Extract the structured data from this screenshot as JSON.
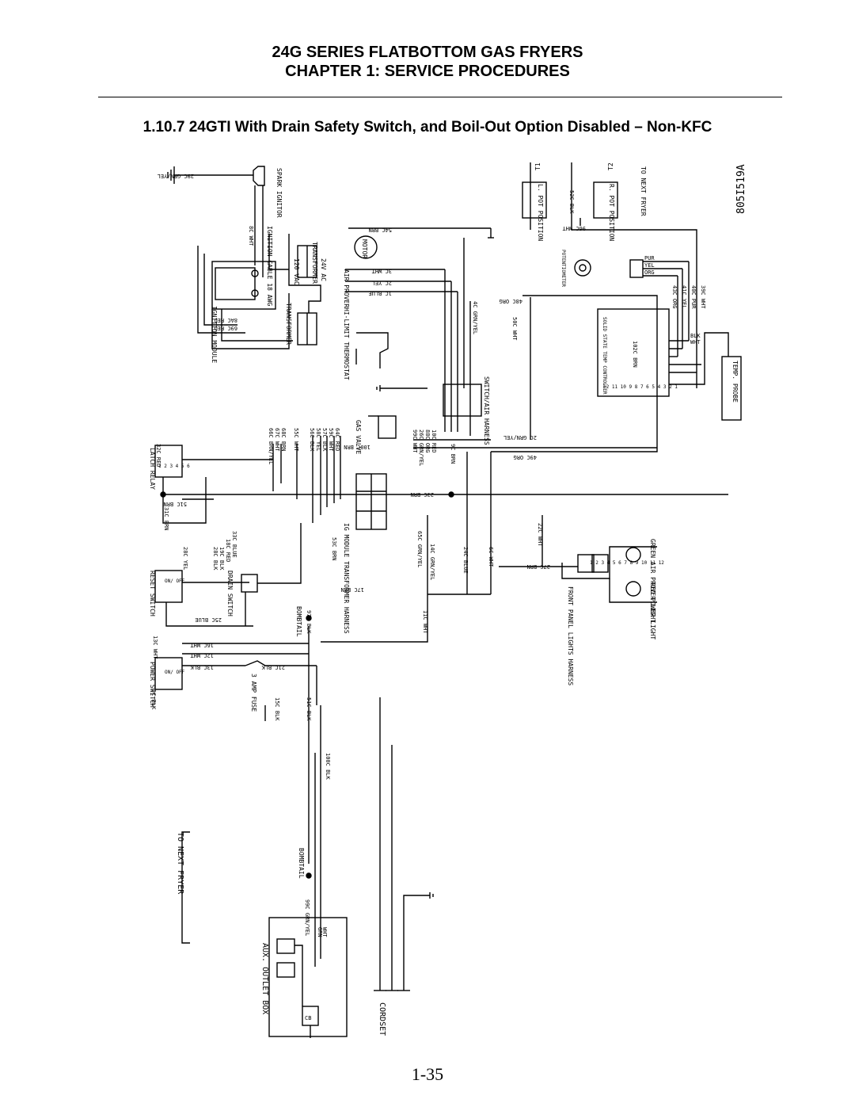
{
  "header": {
    "line1": "24G SERIES FLATBOTTOM GAS FRYERS",
    "line2": "CHAPTER 1:  SERVICE PROCEDURES"
  },
  "section_title": "1.10.7  24GTI With Drain Safety Switch, and Boil-Out Option Disabled – Non-KFC",
  "page_number": "1-35",
  "diagram": {
    "drawing_number": "805I519A",
    "components": {
      "spark_ignitor": "SPARK IGNITOR",
      "ignition_cable": "IGNITION CABLE 18 AWG",
      "ignition_module": "IGNITION MODULE",
      "transformer_top": "TRANSFORMER",
      "transformer_bottom": "TRANSFORMER",
      "motor": "MOTOR",
      "air_prover": "AIR PROVER",
      "hi_limit": "HI-LIMIT THERMOSTAT",
      "gas_valve": "GAS VALVE",
      "switch_air_harness": "SWITCH/AIR HARNESS",
      "ig_module_harness": "IG MODULE TRANSFORMER HARNESS",
      "l_pot": "L. POT POSITION",
      "r_pot": "R. POT POSITION",
      "potentiometer": "POTENTIOMETER",
      "controller": "SOLID STATE TEMP CONTROLLER",
      "temp_probe": "TEMP. PROBE",
      "latch_relay": "LATCH RELAY",
      "reset_switch": "RESET SWITCH",
      "drain_switch": "DRAIN SWITCH",
      "power_switch": "POWER SWITCH",
      "amp_fuse": "3 AMP FUSE",
      "bombtail_top": "BOMBTAIL",
      "bombtail_bottom": "BOMBTAIL",
      "front_panel_harness": "FRONT PANEL LIGHTS HARNESS",
      "green_light": "GREEN AIR PROVER LIGHT",
      "red_light": "RED POWER LIGHT",
      "to_next_fryer_left": "TO NEXT FRYER",
      "to_next_fryer_right": "TO NEXT FRYER",
      "aux_outlet_box": "AUX. OUTLET BOX",
      "cordset": "CORDSET",
      "cb": "CB",
      "t1": "T1",
      "t2": "T2",
      "v120": "120 VAC",
      "v24": "24V AC",
      "on_off_reset": "ON/ OFF",
      "on_off_power": "ON/ OFF",
      "pins_relay": "1 2 3 4 5 6",
      "pins_controller": "12 11 10 9 8 7 6 5 4 3 2 1",
      "pins_harness": "1 2 3 4 5 6 7 8 9 10 11 12"
    },
    "wire_labels": [
      "29C GRN/YEL",
      "54C BRN",
      "3C WHT",
      "2C YEL",
      "1C BLUE",
      "4C GRN/YEL",
      "48C ORG",
      "50C WHT",
      "96C WHT",
      "52C BLK",
      "8C WHT",
      "8AC RED",
      "69C RED",
      "PUR",
      "YEL",
      "ORG",
      "43C ORG",
      "41C YEL",
      "40C PUR",
      "39C WHT",
      "BLK",
      "WHT",
      "102C BRN",
      "66C BRN/YEL",
      "67C WHT",
      "68C BRN",
      "55C WHT",
      "56C BLK",
      "58C YEL",
      "57C BLK",
      "59C WHT",
      "64C RED",
      "100C BRN",
      "99C WHT",
      "26C GRN/YEL",
      "88C ORG",
      "10C RED",
      "9C BRN",
      "2C GRN/YEL",
      "49C ORG",
      "51C BRN",
      "32C RED",
      "31C BRN",
      "23C BRN",
      "53C BRN",
      "65C GRN/YEL",
      "14C GRN/YEL",
      "28C BLK",
      "19C BLK",
      "18C RED",
      "33C BLUE",
      "28C YEL",
      "17C BRN",
      "25C BLUE",
      "24C BLUE",
      "6C WHT",
      "22C WHT",
      "27C BRN",
      "97C BLK",
      "11C WHT",
      "13C WHT",
      "16C WHT",
      "12C WHT",
      "13C BLK",
      "21C BLK",
      "5C BLK",
      "15C BLK",
      "51C BLK",
      "100C BLK",
      "99C GRN/YEL",
      "GRN",
      "WHT"
    ]
  }
}
